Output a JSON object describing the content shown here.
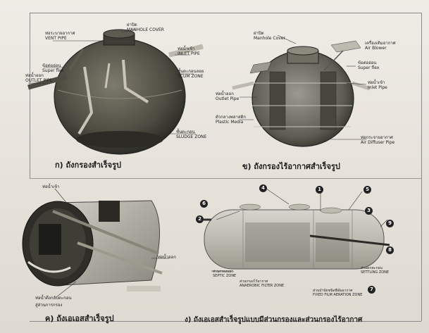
{
  "panel_a": {
    "caption": "ก) ถังกรองสำเร็จรูป",
    "labels": {
      "vent_th": "ท่อระบายอากาศ",
      "vent_en": "VENT PIPE",
      "manhole_th": "ฝาปิด",
      "manhole_en": "MANHOLE COVER",
      "inlet_th": "ท่อน้ำเข้า",
      "inlet_en": "INLET PIPE",
      "superflex_th": "ข้อต่ออ่อน",
      "superflex_en": "Super flex",
      "outlet_th": "ท่อน้ำออก",
      "outlet_en": "OUTLET PIPE",
      "scum_th": "ชั้นตะกอนลอย",
      "scum_en": "SCUM ZONE",
      "sludge_th": "ชั้นตะกอน",
      "sludge_en": "SLUDGE ZONE"
    }
  },
  "panel_b": {
    "caption": "ข) ถังกรองไร้อากาศสำเร็จรูป",
    "labels": {
      "manhole_th": "ฝาปิด",
      "manhole_en": "Manhole Cover",
      "blower_th": "เครื่องเติมอากาศ",
      "blower_en": "Air Blower",
      "superflex_th": "ข้อต่ออ่อน",
      "superflex_en": "Super flex",
      "outlet_th": "ท่อน้ำออก",
      "outlet_en": "Outlet Pipe",
      "inlet_th": "ท่อน้ำเข้า",
      "inlet_en": "Inlet Pipe",
      "media_th": "ตัวกลางพลาสติก",
      "media_en": "Plastic Media",
      "diffuser_th": "ท่อกระจายอากาศ",
      "diffuser_en": "Air Diffuser Pipe"
    }
  },
  "panel_c": {
    "caption": "ค) ถังเอเอสสำเร็จรูป",
    "labels": {
      "inlet_th": "ท่อน้ำเข้า",
      "outlet_th": "ท่อน้ำออก",
      "pump_th": "ท่อน้ำดึงกลับตะกอน",
      "zone_th": "สู่ส่วนการกรอง"
    }
  },
  "panel_d": {
    "caption": "ง) ถังเอเอสสำเร็จรูปแบบมีส่วนกรองและส่วนกรองไร้อากาศ",
    "numbers": [
      "1",
      "2",
      "3",
      "4",
      "5",
      "6",
      "7",
      "8",
      "9"
    ],
    "labels": {
      "septic_th": "ส่วนกรองแยก",
      "septic_en": "SEPTIC ZONE",
      "anaerobic_th": "ส่วนกรองไร้อากาศ",
      "anaerobic_en": "ANAEROBIC FILTER ZONE",
      "aeration_th": "ส่วนบำบัดชนิดฟิล์มอากาศ",
      "aeration_en": "FIXED FILM AERATION ZONE",
      "settling_th": "ส่วนตกตะกอน",
      "settling_en": "SETTLING ZONE"
    }
  },
  "colors": {
    "paper": "#e9e6df",
    "ink": "#1e1e1e",
    "tank": "#6b6a5e",
    "tank_dark": "#3a3a32"
  }
}
